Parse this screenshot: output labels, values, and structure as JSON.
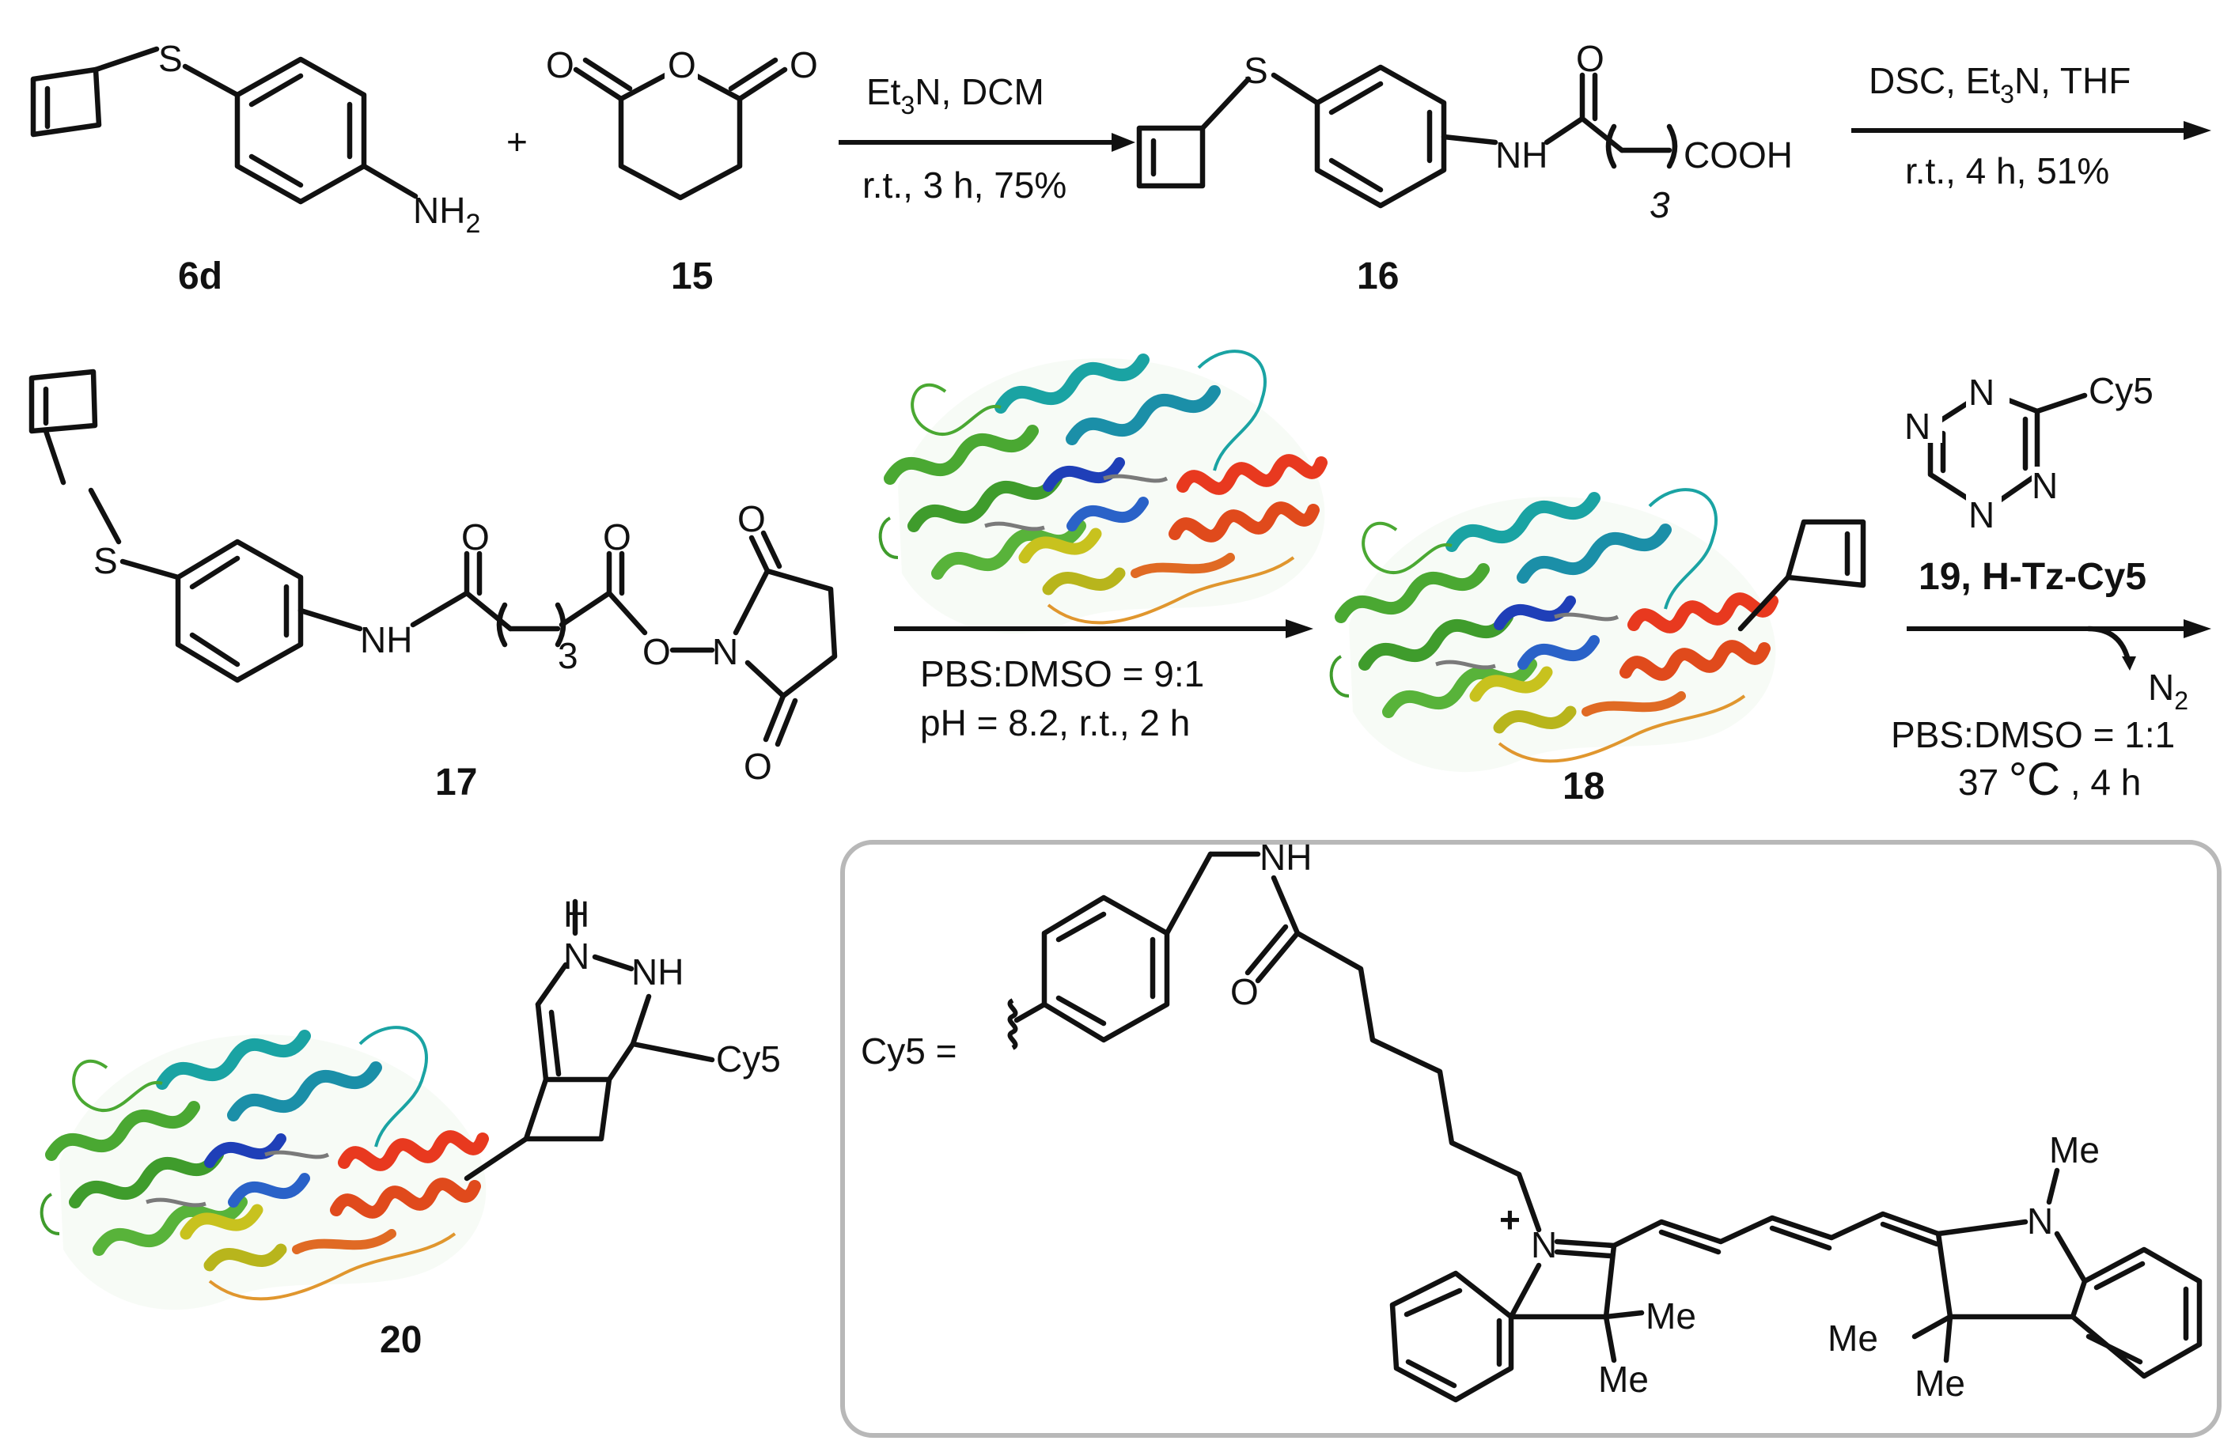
{
  "compounds": {
    "c6d": "6d",
    "c15": "15",
    "c16": "16",
    "c17": "17",
    "c18": "18",
    "c20": "20"
  },
  "atoms": {
    "S": "S",
    "NH2": "NH",
    "NH2_sub": "2",
    "NH": "NH",
    "N": "N",
    "H": "H",
    "O": "O",
    "COOH": "COOH",
    "plus": "+",
    "N_plus": "N",
    "plus_charge": "+",
    "Me": "Me",
    "Cy5": "Cy5",
    "n3": "3",
    "N2": "N",
    "N2_sub": "2"
  },
  "reactions": {
    "step1": {
      "reagents_pre": "Et",
      "reagents_sub": "3",
      "reagents_post": "N, DCM",
      "conditions": "r.t., 3 h, 75%"
    },
    "step2": {
      "reagents_pre": "DSC, Et",
      "reagents_sub": "3",
      "reagents_post": "N, THF",
      "conditions": "r.t., 4 h, 51%"
    },
    "step3": {
      "conditions_1": "PBS:DMSO  = 9:1",
      "conditions_2": "pH = 8.2, r.t., 2 h"
    },
    "step4": {
      "reagent": "19, H-Tz-Cy5",
      "conditions_1": "PBS:DMSO  = 1:1",
      "conditions_2_pre": "37 ",
      "conditions_2_deg": "°C",
      "conditions_2_post": " , 4 h"
    }
  },
  "legend": {
    "definition": "Cy5 ="
  },
  "colors": {
    "ink": "#111111",
    "box_border": "#b8b8b8",
    "helix_red": "#e8391f",
    "helix_green": "#4aa832",
    "helix_teal": "#1aa3a3",
    "helix_blue": "#1f3fb8",
    "helix_yellow": "#c8c21e",
    "loop_orange": "#e0962e"
  },
  "icons": [
    "protein-ribbon-icon",
    "wavy-bond-icon",
    "reaction-arrow-icon"
  ]
}
